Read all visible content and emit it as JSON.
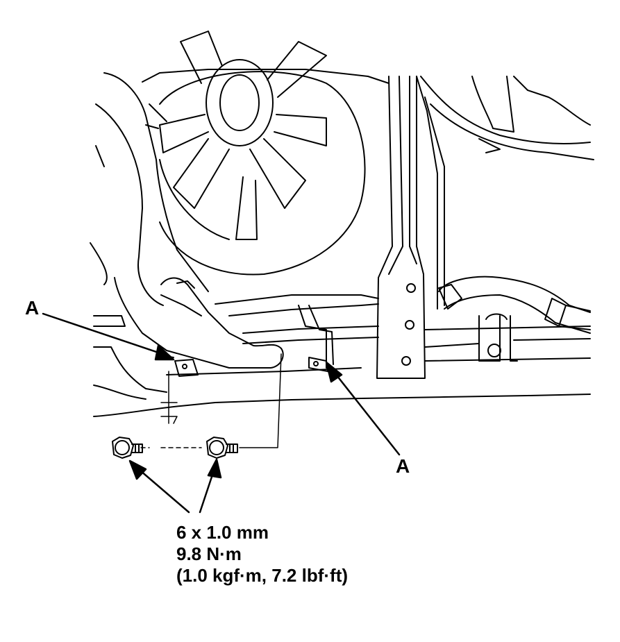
{
  "callouts": {
    "left_label": "A",
    "right_label": "A"
  },
  "bolt_spec": {
    "size": "6 x 1.0 mm",
    "torque_nm": "9.8 N·m",
    "torque_alt": "(1.0 kgf·m, 7.2 lbf·ft)"
  },
  "colors": {
    "line": "#000000",
    "background": "#ffffff"
  }
}
